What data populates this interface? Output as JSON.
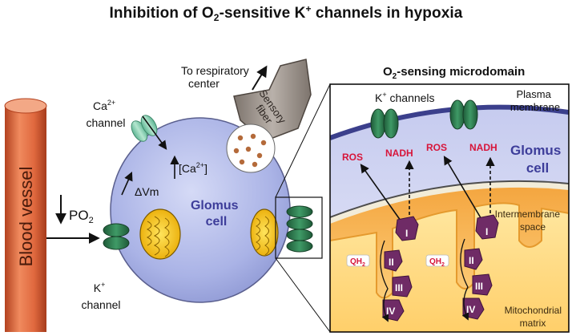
{
  "title": {
    "prefix": "Inhibition of O",
    "o2_sub": "2",
    "middle": "-sensitive K",
    "k_sup": "+",
    "suffix": " channels in hypoxia"
  },
  "left_panel": {
    "blood_vessel": "Blood vessel",
    "po2": "PO",
    "po2_sub": "2",
    "k_channel_top": "K",
    "k_channel_sup": "+",
    "k_channel_bottom": "channel",
    "ca_channel_top": "Ca",
    "ca_channel_sup": "2+",
    "ca_channel_bottom": "channel",
    "delta_vm": "ΔVm",
    "ca_conc": "[Ca",
    "ca_conc_sup": "2+",
    "ca_conc_close": "]",
    "glomus_cell_line1": "Glomus",
    "glomus_cell_line2": "cell",
    "sensory_fiber_line1": "Sensory",
    "sensory_fiber_line2": "fiber",
    "respiratory_line1": "To respiratory",
    "respiratory_line2": "center"
  },
  "microdomain": {
    "heading_prefix": "O",
    "heading_sub": "2",
    "heading_suffix": "-sensing microdomain",
    "k_channels": "K",
    "k_channels_sup": "+",
    "k_channels_suffix": " channels",
    "plasma_line1": "Plasma",
    "plasma_line2": "membrane",
    "glomus_line1": "Glomus",
    "glomus_line2": "cell",
    "ros": "ROS",
    "nadh": "NADH",
    "intermembrane_line1": "Intermembrane",
    "intermembrane_line2": "space",
    "matrix_line1": "Mitochondrial",
    "matrix_line2": "matrix",
    "qh2": "QH",
    "qh2_sub": "2",
    "complex_1": "I",
    "complex_2": "II",
    "complex_3": "III",
    "complex_4": "IV"
  },
  "colors": {
    "blood_vessel": "#d9623a",
    "cell_fill": "#a9b2e6",
    "cell_label": "#3d3d9a",
    "k_channel": "#2f7a4e",
    "ca_channel": "#8cd1b3",
    "mitochondrion": "#f5c400",
    "complex": "#6f2b66",
    "ros_nadh": "#d7153a",
    "matrix": "#f8b54a"
  }
}
